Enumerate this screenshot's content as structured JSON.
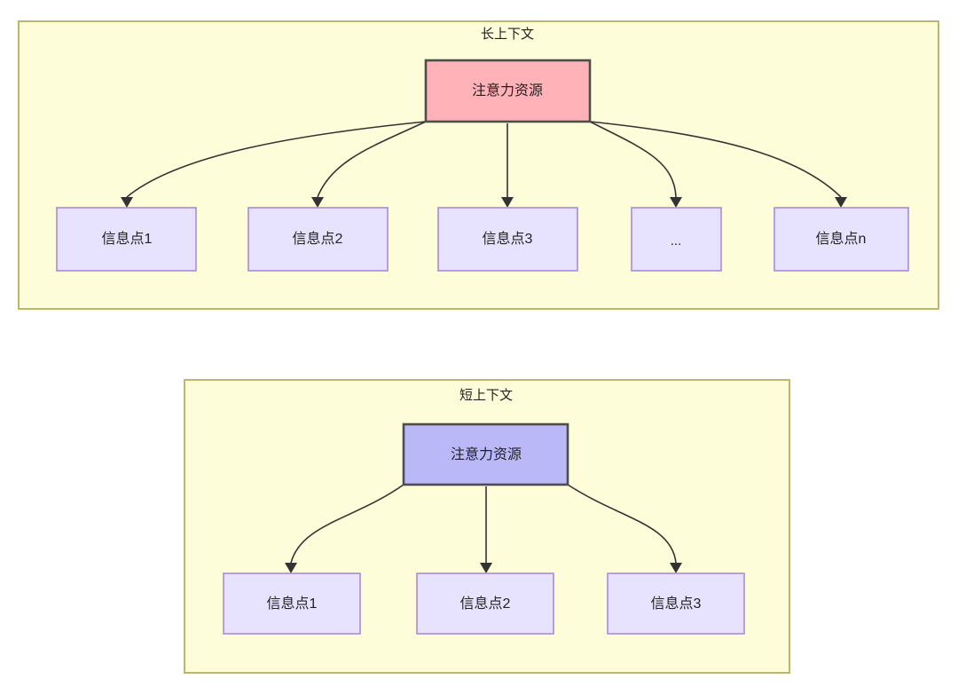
{
  "diagram": {
    "type": "tree-comparison",
    "background": "#ffffff",
    "colors": {
      "container_fill": "#fdfdd9",
      "container_border": "#bdb76b",
      "attention_long_fill": "#ffb3b9",
      "attention_short_fill": "#bbb8f8",
      "node_fill": "#e7e2fd",
      "node_border": "#ad8fe0",
      "edge": "#333333",
      "text": "#232323"
    },
    "groups": [
      {
        "id": "long-context",
        "title": "长上下文",
        "root": {
          "id": "attention-long",
          "label": "注意力资源"
        },
        "children": [
          {
            "id": "info-1",
            "label": "信息点1"
          },
          {
            "id": "info-2",
            "label": "信息点2"
          },
          {
            "id": "info-3",
            "label": "信息点3"
          },
          {
            "id": "info-ellipsis",
            "label": "..."
          },
          {
            "id": "info-n",
            "label": "信息点n"
          }
        ]
      },
      {
        "id": "short-context",
        "title": "短上下文",
        "root": {
          "id": "attention-short",
          "label": "注意力资源"
        },
        "children": [
          {
            "id": "info-s1",
            "label": "信息点1"
          },
          {
            "id": "info-s2",
            "label": "信息点2"
          },
          {
            "id": "info-s3",
            "label": "信息点3"
          }
        ]
      }
    ]
  }
}
